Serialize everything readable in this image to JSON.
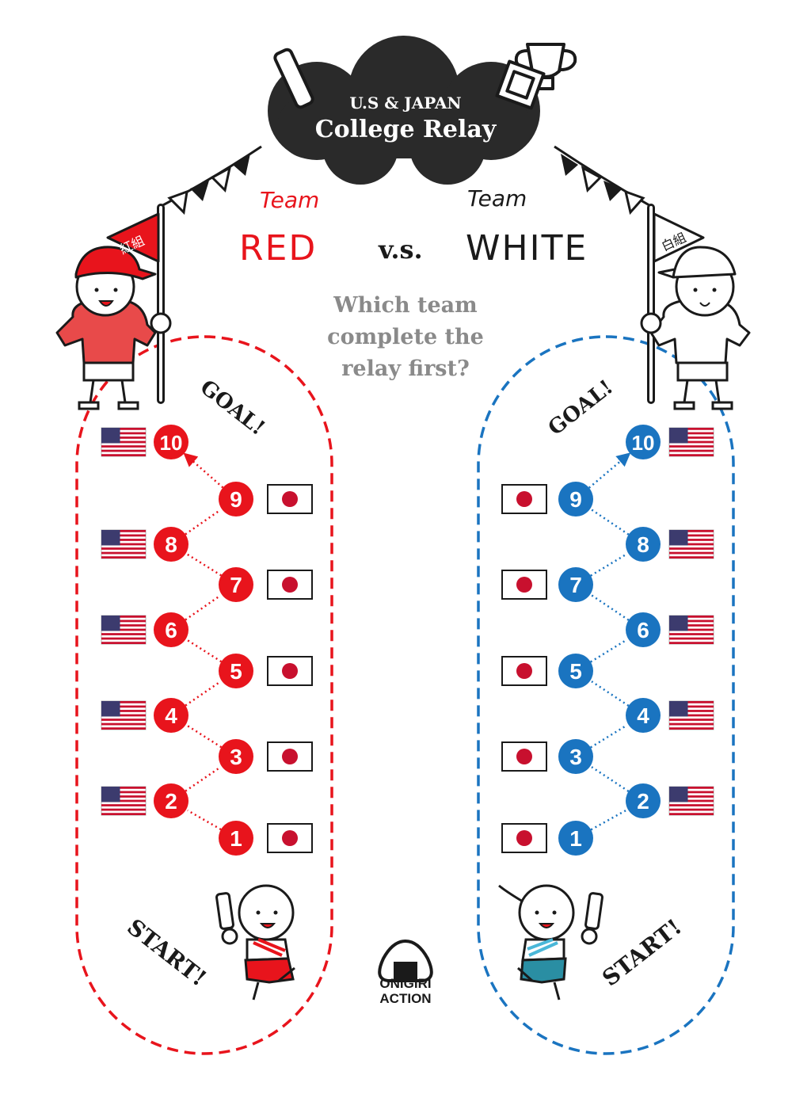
{
  "header": {
    "line1": "U.S & JAPAN",
    "line2": "College Relay"
  },
  "teams": {
    "red": {
      "word": "Team",
      "name": "RED",
      "flag_label": "紅組",
      "color": "#e8141c"
    },
    "vs": "v.s.",
    "white": {
      "word": "Team",
      "name": "WHITE",
      "flag_label": "白組",
      "color": "#1a74c0"
    }
  },
  "question": [
    "Which team",
    "complete the",
    "relay first?"
  ],
  "goal_label": "GOAL!",
  "start_label": "START!",
  "red_legs": [
    {
      "number": "1",
      "country": "japan"
    },
    {
      "number": "2",
      "country": "usa"
    },
    {
      "number": "3",
      "country": "japan"
    },
    {
      "number": "4",
      "country": "usa"
    },
    {
      "number": "5",
      "country": "japan"
    },
    {
      "number": "6",
      "country": "usa"
    },
    {
      "number": "7",
      "country": "japan"
    },
    {
      "number": "8",
      "country": "usa"
    },
    {
      "number": "9",
      "country": "japan"
    },
    {
      "number": "10",
      "country": "usa"
    }
  ],
  "white_legs": [
    {
      "number": "1",
      "country": "japan"
    },
    {
      "number": "2",
      "country": "usa"
    },
    {
      "number": "3",
      "country": "japan"
    },
    {
      "number": "4",
      "country": "usa"
    },
    {
      "number": "5",
      "country": "japan"
    },
    {
      "number": "6",
      "country": "usa"
    },
    {
      "number": "7",
      "country": "japan"
    },
    {
      "number": "8",
      "country": "usa"
    },
    {
      "number": "9",
      "country": "japan"
    },
    {
      "number": "10",
      "country": "usa"
    }
  ],
  "brand": {
    "line1": "ONIGIRI",
    "line2": "ACTION"
  }
}
